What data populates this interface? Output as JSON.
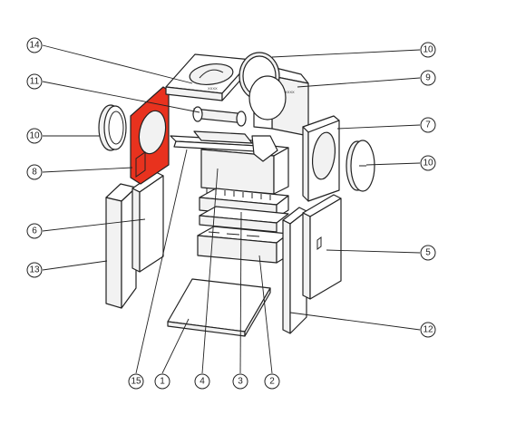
{
  "diagram": {
    "highlight_color": "#e8321e",
    "highlighted_part": "8",
    "callouts": [
      {
        "id": "c14",
        "label": "14"
      },
      {
        "id": "c11",
        "label": "11"
      },
      {
        "id": "c10a",
        "label": "10"
      },
      {
        "id": "c8",
        "label": "8"
      },
      {
        "id": "c6",
        "label": "6"
      },
      {
        "id": "c13",
        "label": "13"
      },
      {
        "id": "c15",
        "label": "15"
      },
      {
        "id": "c1",
        "label": "1"
      },
      {
        "id": "c4",
        "label": "4"
      },
      {
        "id": "c3",
        "label": "3"
      },
      {
        "id": "c2",
        "label": "2"
      },
      {
        "id": "c10b",
        "label": "10"
      },
      {
        "id": "c9",
        "label": "9"
      },
      {
        "id": "c7",
        "label": "7"
      },
      {
        "id": "c10c",
        "label": "10"
      },
      {
        "id": "c5",
        "label": "5"
      },
      {
        "id": "c12",
        "label": "12"
      }
    ]
  }
}
